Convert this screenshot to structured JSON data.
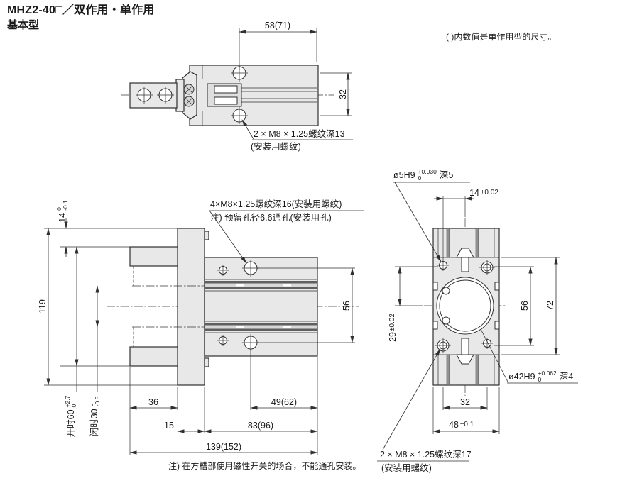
{
  "page": {
    "title": "MHZ2-40□／双作用・单作用",
    "subtitle": "基本型",
    "note_paren": "(  )内数值是单作用型的尺寸。",
    "note_bottom": "注) 在方槽部使用磁性开关的场合，不能通孔安装。"
  },
  "colors": {
    "line": "#2f2f2f",
    "body_fill": "#e8e8e8",
    "slot_dark": "#5f5f5f",
    "background": "#ffffff"
  },
  "top_view": {
    "dim_58": "58(71)",
    "dim_32": "32",
    "thread": "2 × M8 × 1.25螺纹深13",
    "thread_note": "(安装用螺纹)"
  },
  "front_view": {
    "label_m8": "4×M8×1.25螺纹深16(安装用螺纹)",
    "label_hole": "注) 预留孔径6.6通孔(安装用孔)",
    "dim_119": "119",
    "dim_14": "14",
    "dim_14_tol_up": "0",
    "dim_14_tol_dn": "-0.1",
    "dim_open": "开时60",
    "dim_open_tol_up": "+2.7",
    "dim_open_tol_dn": "0",
    "dim_closed": "闭时30",
    "dim_closed_tol_up": "0",
    "dim_closed_tol_dn": "-0.5",
    "dim_56": "56",
    "dim_36": "36",
    "dim_15": "15",
    "dim_49": "49(62)",
    "dim_83": "83(96)",
    "dim_139": "139(152)"
  },
  "side_view": {
    "pin_label": "ø5H9",
    "pin_tol_up": "+0.030",
    "pin_tol_dn": "0",
    "pin_depth": "深5",
    "dim_14": "14",
    "dim_14_tol": "±0.02",
    "dim_29": "29",
    "dim_29_tol": "±0.02",
    "dim_56": "56",
    "dim_72": "72",
    "dim_32": "32",
    "dim_48": "48",
    "dim_48_tol": "±0.1",
    "bore_label": "ø42H9",
    "bore_tol_up": "+0.062",
    "bore_tol_dn": "0",
    "bore_depth": "深4",
    "thread": "2 × M8 × 1.25螺纹深17",
    "thread_note": "(安装用螺纹)"
  }
}
